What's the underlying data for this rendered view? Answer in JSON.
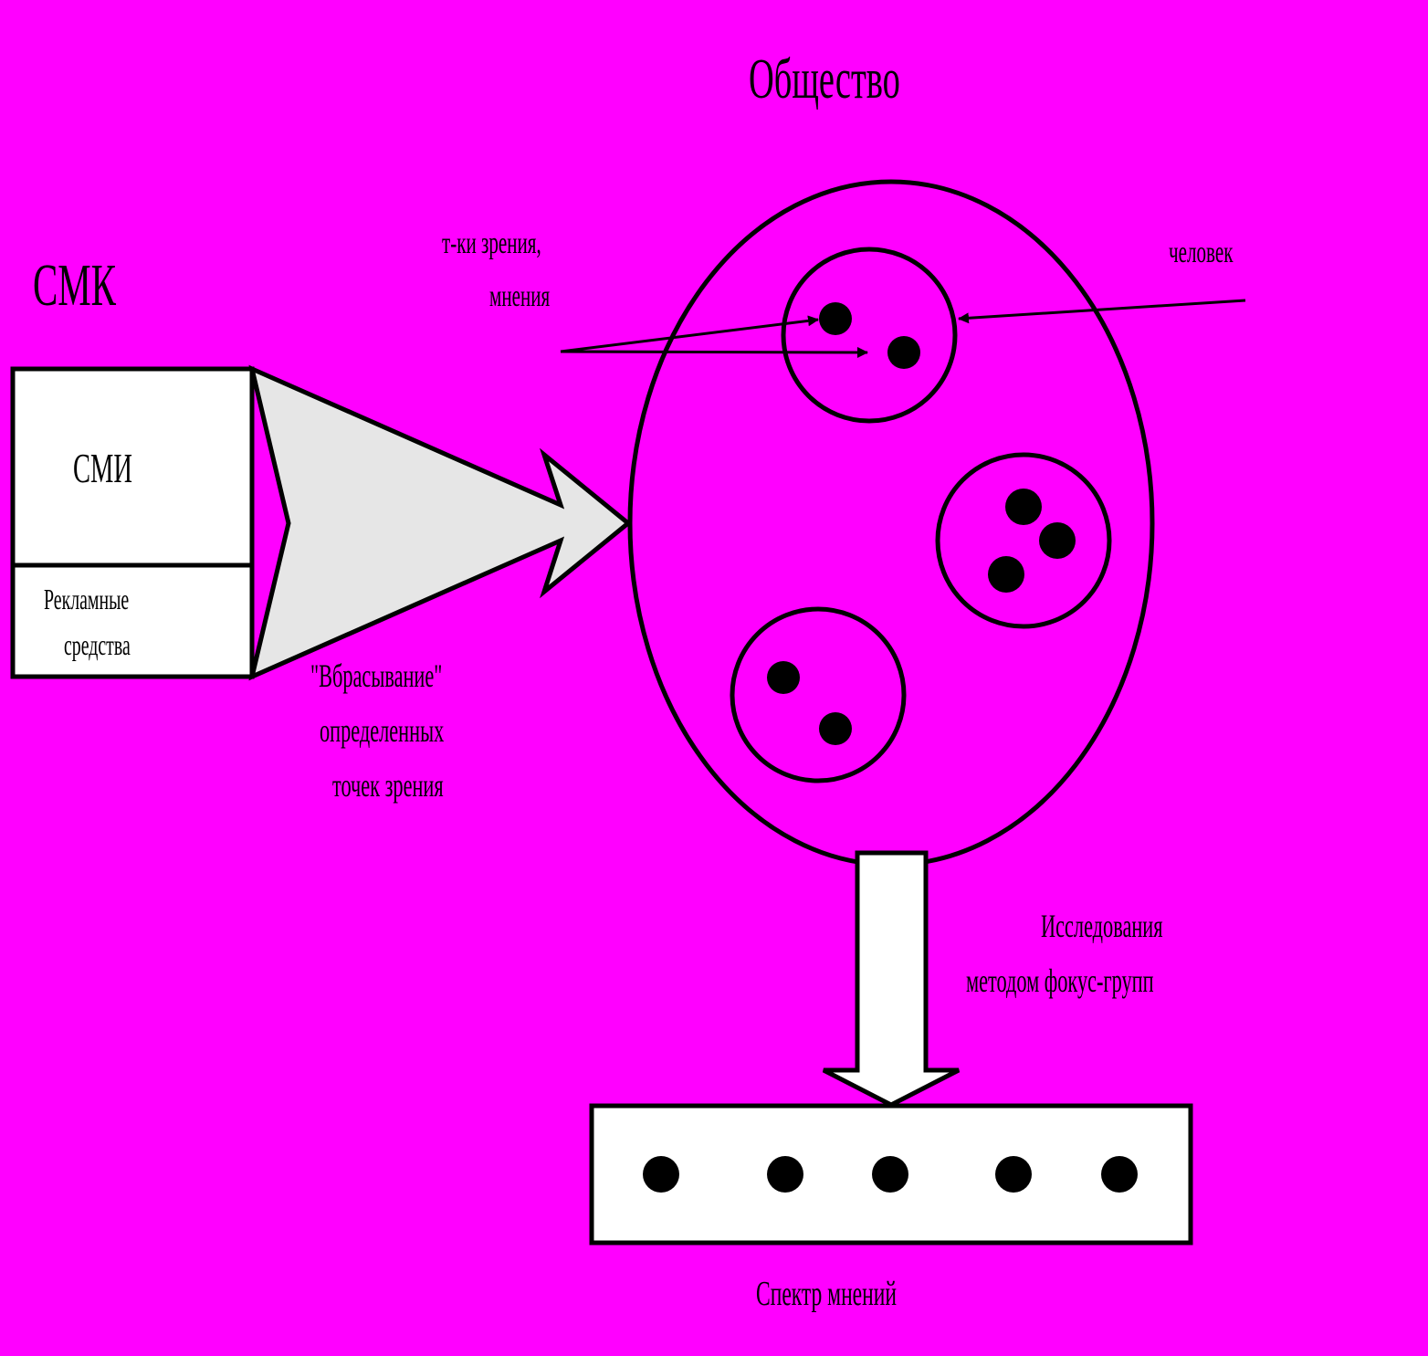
{
  "labels": {
    "society": "Общество",
    "smk": "СМК",
    "smi": "СМИ",
    "ads_line1": "Рекламные",
    "ads_line2": "средства",
    "viewpoints_line1": "т-ки зрения,",
    "viewpoints_line2": "мнения",
    "person": "человек",
    "throw_line1": "\"Вбрасывание\"",
    "throw_line2": "определенных",
    "throw_line3": "точек зрения",
    "research_line1": "Исследования",
    "research_line2": "методом фокус-групп",
    "spectrum": "Спектр мнений"
  },
  "colors": {
    "background": "#ff00ff",
    "stroke": "#000000",
    "box_fill": "#ffffff",
    "funnel_fill": "#e6e6e6"
  }
}
